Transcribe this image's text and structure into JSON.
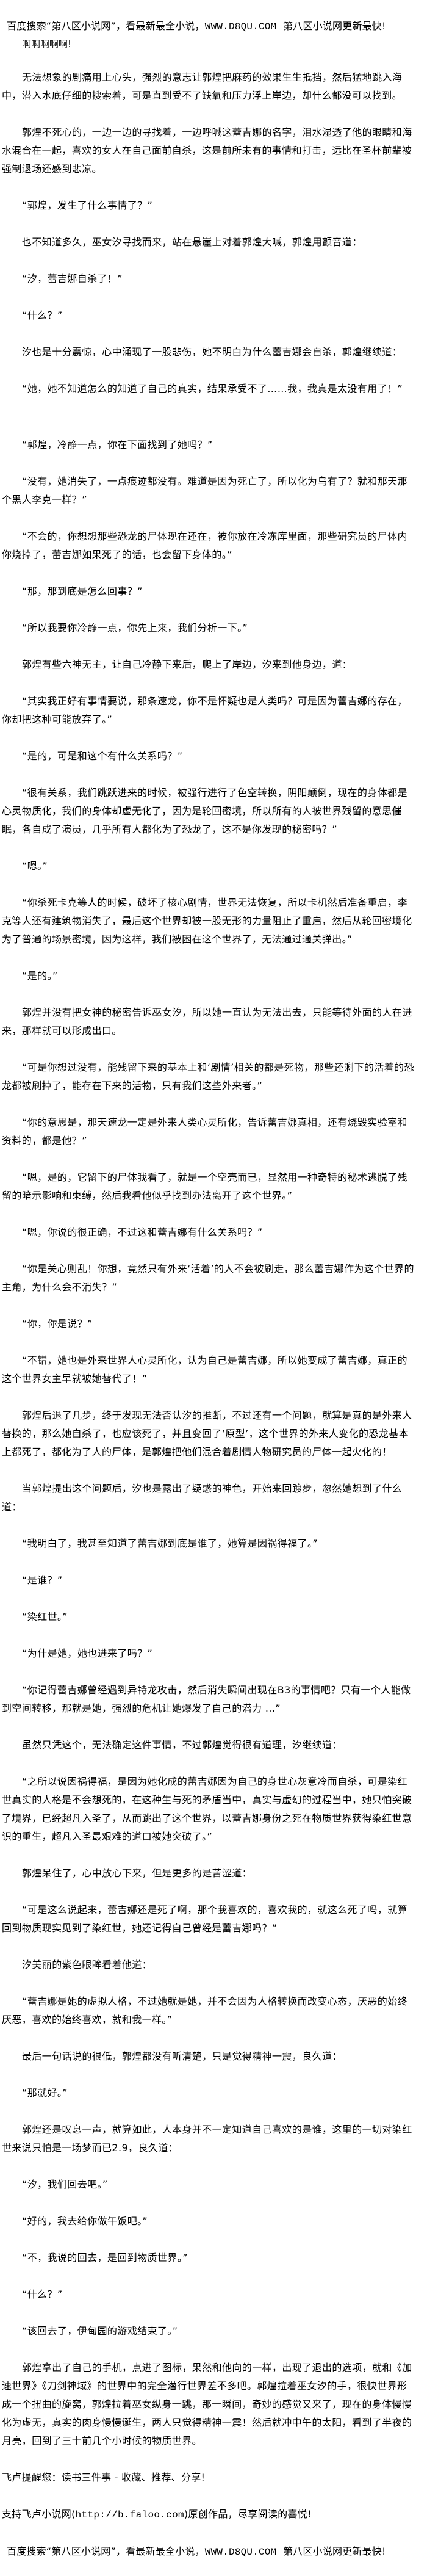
{
  "banner": {
    "prefix": "百度搜索“第八区小说网”，看最新最全小说，",
    "site": "WWW.D8QU.COM",
    "suffix": "  第八区小说网更新最快!"
  },
  "opening": "啊啊啊啊啊!",
  "paragraphs": [
    "无法想象的剧痛用上心头，强烈的意志让郭煌把麻药的效果生生抵挡，然后猛地跳入海中，潜入水底仔细的搜索着，可是直到受不了缺氧和压力浮上岸边，却什么都没可以找到。",
    "郭煌不死心的，一边一边的寻找着，一边呼喊这蕾吉娜的名字，泪水湿透了他的眼睛和海水混合在一起，喜欢的女人在自己面前自杀，这是前所未有的事情和打击，远比在圣杯前辈被强制退场还感到悲凉。",
    "“郭煌，发生了什么事情了？”",
    "也不知道多久，巫女汐寻找而来，站在悬崖上对着郭煌大喊，郭煌用颤音道：",
    "“汐，蕾吉娜自杀了！”",
    "“什么？”",
    "汐也是十分震惊，心中涌现了一股悲伤，她不明白为什么蕾吉娜会自杀，郭煌继续道：",
    "“她，她不知道怎么的知道了自己的真实，结果承受不了……我，我真是太没有用了！”",
    "“郭煌，冷静一点，你在下面找到了她吗？”",
    "“没有，她消失了，一点痕迹都没有。难道是因为死亡了，所以化为乌有了？就和那天那个黑人李克一样？”",
    "“不会的，你想想那些恐龙的尸体现在还在，被你放在冷冻库里面，那些研究员的尸体内你烧掉了，蕾吉娜如果死了的话，也会留下身体的。”",
    "“那，那到底是怎么回事？”",
    "“所以我要你冷静一点，你先上来，我们分析一下。”",
    "郭煌有些六神无主，让自己冷静下来后，爬上了岸边，汐来到他身边，道：",
    "“其实我正好有事情要说，那条速龙，你不是怀疑也是人类吗？可是因为蕾吉娜的存在，你却把这种可能放弃了。”",
    "“是的，可是和这个有什么关系吗？”",
    "“很有关系，我们跳跃进来的时候，被强行进行了色空转换，阴阳颠倒，现在的身体都是心灵物质化，我们的身体却虚无化了，因为是轮回密境，所以所有的人被世界残留的意思催眠，各自成了演员，几乎所有人都化为了恐龙了，这不是你发现的秘密吗？”",
    "“嗯。”",
    "“你杀死卡克等人的时候，破坏了核心剧情，世界无法恢复，所以卡机然后准备重启，李克等人还有建筑物消失了，最后这个世界却被一股无形的力量阻止了重启，然后从轮回密境化为了普通的场景密境，因为这样，我们被困在这个世界了，无法通过通关弹出。”",
    "“是的。”",
    "郭煌并没有把女神的秘密告诉巫女汐，所以她一直认为无法出去，只能等待外面的人在进来，那样就可以形成出口。",
    "“可是你想过没有，能残留下来的基本上和‘剧情’相关的都是死物，那些还剩下的活着的恐龙都被刷掉了，能存在下来的活物，只有我们这些外来者。”",
    "“你的意思是，那天速龙一定是外来人类心灵所化，告诉蕾吉娜真相，还有烧毁实验室和资料的，都是他？”",
    "“嗯，是的，它留下的尸体我看了，就是一个空壳而已，显然用一种奇特的秘术逃脱了残留的暗示影响和束缚，然后我看他似乎找到办法离开了这个世界。”",
    "“嗯，你说的很正确，不过这和蕾吉娜有什么关系吗？”",
    "“你是关心则乱！你想，竟然只有外来‘活着’的人不会被刷走，那么蕾吉娜作为这个世界的主角，为什么会不消失？”",
    "“你，你是说？”",
    "“不错，她也是外来世界人心灵所化，认为自己是蕾吉娜，所以她变成了蕾吉娜，真正的这个世界女主早就被她替代了！”",
    "郭煌后退了几步，终于发现无法否认汐的推断，不过还有一个问题，就算是真的是外来人替换的，那么她自杀了，也应该死了，并且变回了‘原型’，这个世界的外来人变化的恐龙基本上都死了，都化为了人的尸体，是郭煌把他们混合着剧情人物研究员的尸体一起火化的！",
    "当郭煌提出这个问题后，汐也是露出了疑惑的神色，开始来回踱步，忽然她想到了什么道：",
    "“我明白了，我甚至知道了蕾吉娜到底是谁了，她算是因祸得福了。”",
    "“是谁？”",
    "“染红世。”",
    "“为什是她，她也进来了吗？”",
    "“你记得蕾吉娜曾经遇到异特龙攻击，然后消失瞬间出现在B3的事情吧？只有一个人能做到空间转移，那就是她，强烈的危机让她爆发了自己的潜力 ...”",
    "虽然只凭这个，无法确定这件事情，不过郭煌觉得很有道理，汐继续道：",
    "“之所以说因祸得福，是因为她化成的蕾吉娜因为自己的身世心灰意冷而自杀，可是染红世真实的人格是不会想死的，在这种生与死的矛盾当中，真实与虚幻的过程当中，她只怕突破了境界，已经超凡入圣了，从而跳出了这个世界，以蕾吉娜身份之死在物质世界获得染红世意识的重生，超凡入圣最艰难的道口被她突破了。”",
    "郭煌呆住了，心中放心下来，但是更多的是苦涩道：",
    "“可是这么说起来，蕾吉娜还是死了啊，那个我喜欢的，喜欢我的，就这么死了吗，就算回到物质现实见到了染红世，她还记得自己曾经是蕾吉娜吗？”",
    "汐美丽的紫色眼眸看着他道：",
    "“蕾吉娜是她的虚拟人格，不过她就是她，并不会因为人格转换而改变心态，厌恶的始终厌恶，喜欢的始终喜欢，就和我一样。”",
    "最后一句话说的很低，郭煌都没有听清楚，只是觉得精神一震，良久道：",
    "“那就好。”",
    "郭煌还是叹息一声，就算如此，人本身并不一定知道自己喜欢的是谁，这里的一切对染红世来说只怕是一场梦而已2.9，良久道：",
    "“汐，我们回去吧。”",
    "“好的，我去给你做午饭吧。”",
    "“不，我说的回去，是回到物质世界。”",
    "“什么？”",
    "“该回去了，伊甸园的游戏结束了。”",
    "郭煌拿出了自己的手机，点进了图标，果然和他向的一样，出现了退出的选项，就和《加速世界》《刀剑神域》的世界中的完全潜行世界差不多吧。郭煌拉着巫女汐的手，很快世界形成一个扭曲的旋窝，郭煌拉着巫女纵身一跳，那一瞬间，奇妙的感觉又来了，现在的身体慢慢化为虚无，真实的肉身慢慢诞生，两人只觉得精神一震！然后就冲中午的太阳，看到了半夜的月亮，回到了三十前几个小时候的物质世界。"
  ],
  "notes": {
    "reminder": "飞卢提醒您：读书三件事 - 收藏、推荐、分享!",
    "support_prefix": "支持飞卢小说网(",
    "support_url": "http://b.faloo.com",
    "support_suffix": ")原创作品，尽享阅读的喜悦!"
  },
  "footer": {
    "prefix": "百度搜索“第八区小说网”，看最新最全小说，",
    "site": "WWW.D8QU.COM",
    "suffix": "  第八区小说网更新最快!"
  }
}
